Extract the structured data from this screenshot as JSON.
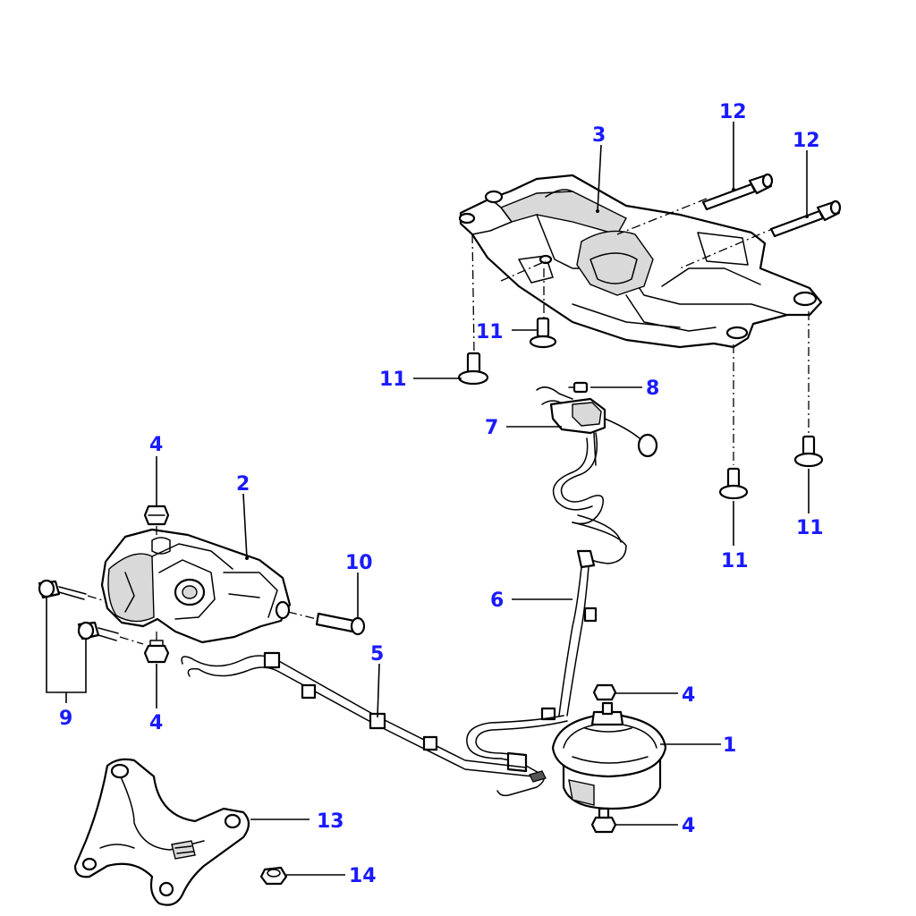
{
  "diagram": {
    "accent_color": "#1a1aff",
    "callouts": {
      "c1": "1",
      "c2": "2",
      "c3": "3",
      "c4a": "4",
      "c4b": "4",
      "c4c": "4",
      "c4d": "4",
      "c5": "5",
      "c6": "6",
      "c7": "7",
      "c8": "8",
      "c9": "9",
      "c10": "10",
      "c11a": "11",
      "c11b": "11",
      "c11c": "11",
      "c11d": "11",
      "c12a": "12",
      "c12b": "12",
      "c13": "13",
      "c14": "14"
    }
  }
}
